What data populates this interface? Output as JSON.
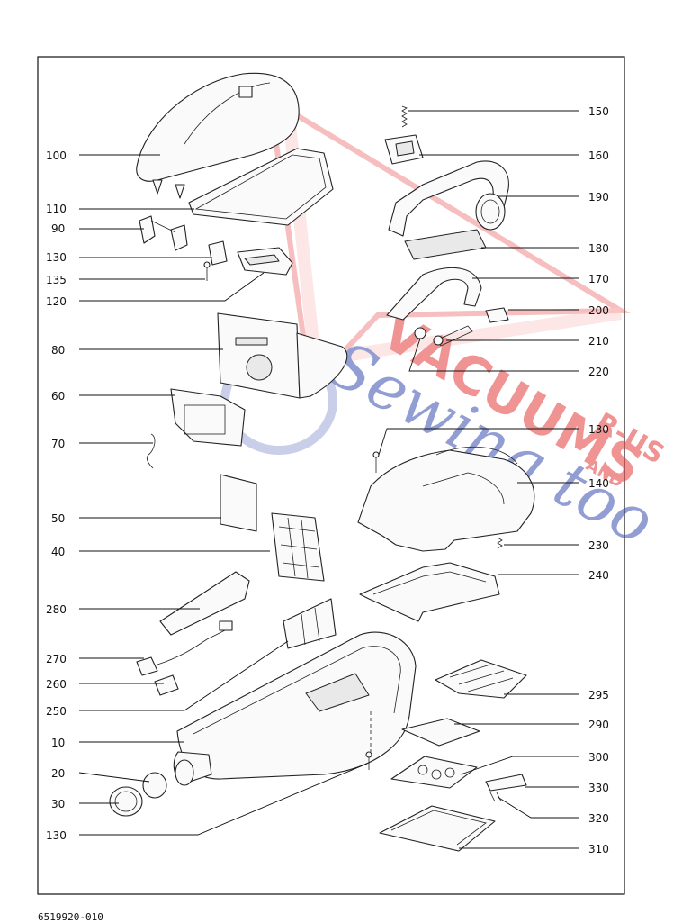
{
  "diagram": {
    "watermark": {
      "text_main": "VACUUMS",
      "text_sub": "R-US",
      "text_and": "AND",
      "text_script": "Sewing too",
      "color_red": "#e23b3b",
      "color_blue": "#3a4fb0"
    },
    "labels_left": [
      {
        "id": "100",
        "text": "100"
      },
      {
        "id": "110",
        "text": "110"
      },
      {
        "id": "90",
        "text": "90"
      },
      {
        "id": "130a",
        "text": "130"
      },
      {
        "id": "135",
        "text": "135"
      },
      {
        "id": "120",
        "text": "120"
      },
      {
        "id": "80",
        "text": "80"
      },
      {
        "id": "60",
        "text": "60"
      },
      {
        "id": "70",
        "text": "70"
      },
      {
        "id": "50",
        "text": "50"
      },
      {
        "id": "40",
        "text": "40"
      },
      {
        "id": "280",
        "text": "280"
      },
      {
        "id": "270",
        "text": "270"
      },
      {
        "id": "260",
        "text": "260"
      },
      {
        "id": "250",
        "text": "250"
      },
      {
        "id": "10",
        "text": "10"
      },
      {
        "id": "20",
        "text": "20"
      },
      {
        "id": "30",
        "text": "30"
      },
      {
        "id": "130c",
        "text": "130"
      }
    ],
    "labels_right": [
      {
        "id": "150",
        "text": "150"
      },
      {
        "id": "160",
        "text": "160"
      },
      {
        "id": "190",
        "text": "190"
      },
      {
        "id": "180",
        "text": "180"
      },
      {
        "id": "170",
        "text": "170"
      },
      {
        "id": "200",
        "text": "200"
      },
      {
        "id": "210",
        "text": "210"
      },
      {
        "id": "220",
        "text": "220"
      },
      {
        "id": "130b",
        "text": "130"
      },
      {
        "id": "140",
        "text": "140"
      },
      {
        "id": "230",
        "text": "230"
      },
      {
        "id": "240",
        "text": "240"
      },
      {
        "id": "295",
        "text": "295"
      },
      {
        "id": "290",
        "text": "290"
      },
      {
        "id": "300",
        "text": "300"
      },
      {
        "id": "330",
        "text": "330"
      },
      {
        "id": "320",
        "text": "320"
      },
      {
        "id": "310",
        "text": "310"
      }
    ],
    "footer_code": "6519920-010"
  }
}
